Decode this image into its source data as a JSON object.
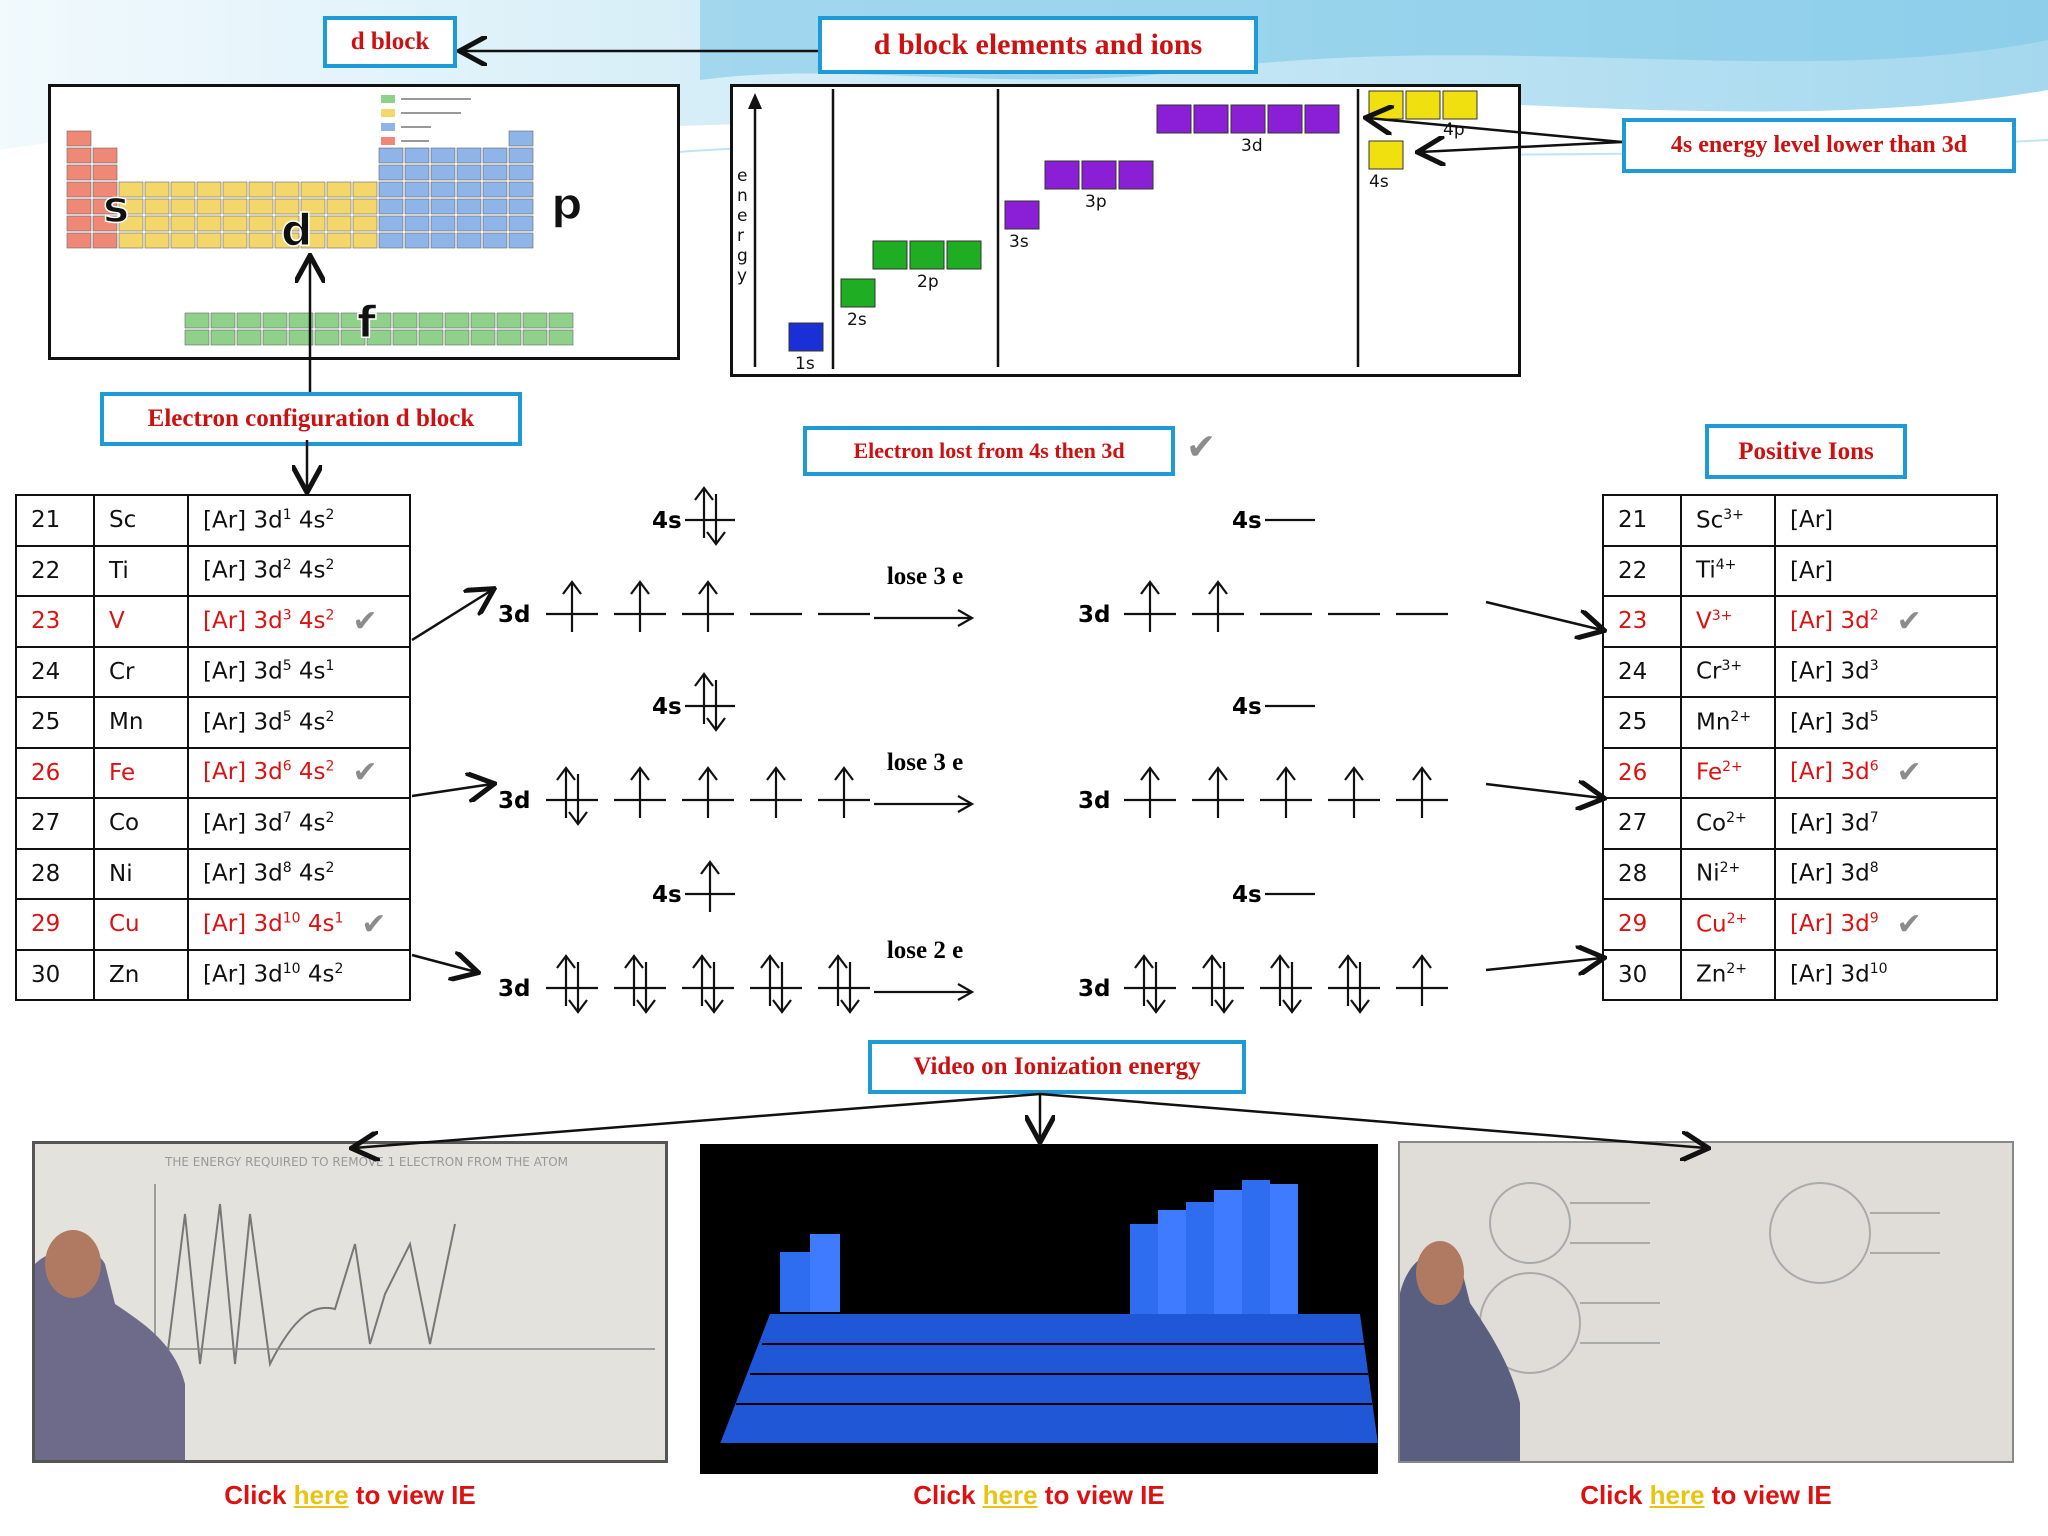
{
  "labels": {
    "d_block": "d block",
    "title": "d  block elements and ions",
    "energy_note": "4s energy level lower than 3d",
    "config_d_block": "Electron configuration d block",
    "electron_lost": "Electron lost from 4s  then 3d",
    "positive_ions": "Positive Ions",
    "video_ie": "Video on Ionization energy"
  },
  "periodic_table": {
    "block_s": "s",
    "block_p": "p",
    "block_d": "d",
    "block_f": "f",
    "colors": {
      "s": "#f08878",
      "d": "#f4d76a",
      "p": "#8fb4e8",
      "f": "#8fd08a"
    }
  },
  "energy_diagram": {
    "axis_label": "energy",
    "levels": [
      "1s",
      "2s",
      "2p",
      "3s",
      "3p",
      "3d",
      "4s",
      "4p"
    ],
    "colors": {
      "1s": "#1a2fd6",
      "2s": "#1fae23",
      "2p": "#1fae23",
      "3s": "#8a1fd6",
      "3p": "#8a1fd6",
      "3d": "#8a1fd6",
      "4s": "#f0e010",
      "4p": "#f0e010"
    }
  },
  "atoms_table": {
    "rows": [
      {
        "z": "21",
        "sym": "Sc",
        "cfg": "[Ar] 3d<sup>1</sup> 4s<sup>2</sup>",
        "hl": false
      },
      {
        "z": "22",
        "sym": "Ti",
        "cfg": "[Ar] 3d<sup>2</sup> 4s<sup>2</sup>",
        "hl": false
      },
      {
        "z": "23",
        "sym": "V",
        "cfg": "[Ar] 3d<sup>3</sup> 4s<sup>2</sup>",
        "hl": true
      },
      {
        "z": "24",
        "sym": "Cr",
        "cfg": "[Ar] 3d<sup>5</sup> 4s<sup>1</sup>",
        "hl": false
      },
      {
        "z": "25",
        "sym": "Mn",
        "cfg": "[Ar] 3d<sup>5</sup> 4s<sup>2</sup>",
        "hl": false
      },
      {
        "z": "26",
        "sym": "Fe",
        "cfg": "[Ar] 3d<sup>6</sup> 4s<sup>2</sup>",
        "hl": true
      },
      {
        "z": "27",
        "sym": "Co",
        "cfg": "[Ar] 3d<sup>7</sup> 4s<sup>2</sup>",
        "hl": false
      },
      {
        "z": "28",
        "sym": "Ni",
        "cfg": "[Ar] 3d<sup>8</sup> 4s<sup>2</sup>",
        "hl": false
      },
      {
        "z": "29",
        "sym": "Cu",
        "cfg": "[Ar] 3d<sup>10</sup> 4s<sup>1</sup>",
        "hl": true
      },
      {
        "z": "30",
        "sym": "Zn",
        "cfg": "[Ar] 3d<sup>10</sup> 4s<sup>2</sup>",
        "hl": false
      }
    ]
  },
  "ions_table": {
    "rows": [
      {
        "z": "21",
        "sym": "Sc<sup>3+</sup>",
        "cfg": "[Ar]",
        "hl": false
      },
      {
        "z": "22",
        "sym": "Ti<sup>4+</sup>",
        "cfg": "[Ar]",
        "hl": false
      },
      {
        "z": "23",
        "sym": "V<sup>3+</sup>",
        "cfg": "[Ar] 3d<sup>2</sup>",
        "hl": true
      },
      {
        "z": "24",
        "sym": "Cr<sup>3+</sup>",
        "cfg": "[Ar] 3d<sup>3</sup>",
        "hl": false
      },
      {
        "z": "25",
        "sym": "Mn<sup>2+</sup>",
        "cfg": "[Ar] 3d<sup>5</sup>",
        "hl": false
      },
      {
        "z": "26",
        "sym": "Fe<sup>2+</sup>",
        "cfg": "[Ar] 3d<sup>6</sup>",
        "hl": true
      },
      {
        "z": "27",
        "sym": "Co<sup>2+</sup>",
        "cfg": "[Ar] 3d<sup>7</sup>",
        "hl": false
      },
      {
        "z": "28",
        "sym": "Ni<sup>2+</sup>",
        "cfg": "[Ar] 3d<sup>8</sup>",
        "hl": false
      },
      {
        "z": "29",
        "sym": "Cu<sup>2+</sup>",
        "cfg": "[Ar] 3d<sup>9</sup>",
        "hl": true
      },
      {
        "z": "30",
        "sym": "Zn<sup>2+</sup>",
        "cfg": "[Ar] 3d<sup>10</sup>",
        "hl": false
      }
    ]
  },
  "orbital_rows": [
    {
      "lose": "lose 3 e",
      "s_before": "up-down",
      "d_before": [
        "up",
        "up",
        "up",
        "empty",
        "empty"
      ],
      "s_after": "empty",
      "d_after": [
        "up",
        "up",
        "empty",
        "empty",
        "empty"
      ]
    },
    {
      "lose": "lose 3 e",
      "s_before": "up-down",
      "d_before": [
        "up-down",
        "up",
        "up",
        "up",
        "up"
      ],
      "s_after": "empty",
      "d_after": [
        "up",
        "up",
        "up",
        "up",
        "up"
      ]
    },
    {
      "lose": "lose 2 e",
      "s_before": "up",
      "d_before": [
        "up-down",
        "up-down",
        "up-down",
        "up-down",
        "up-down"
      ],
      "s_after": "empty",
      "d_after": [
        "up-down",
        "up-down",
        "up-down",
        "up-down",
        "up"
      ]
    }
  ],
  "orbital_labels": {
    "s": "4s",
    "d": "3d"
  },
  "videos": [
    {
      "title": "THE ENERGY REQUIRED TO REMOVE 1 ELECTRON FROM THE ATOM",
      "click": "Click ",
      "link": "here",
      "tail": " to view IE"
    },
    {
      "click": "Click ",
      "link": "here",
      "tail": " to view IE"
    },
    {
      "click": "Click ",
      "link": "here",
      "tail": " to view IE"
    }
  ]
}
